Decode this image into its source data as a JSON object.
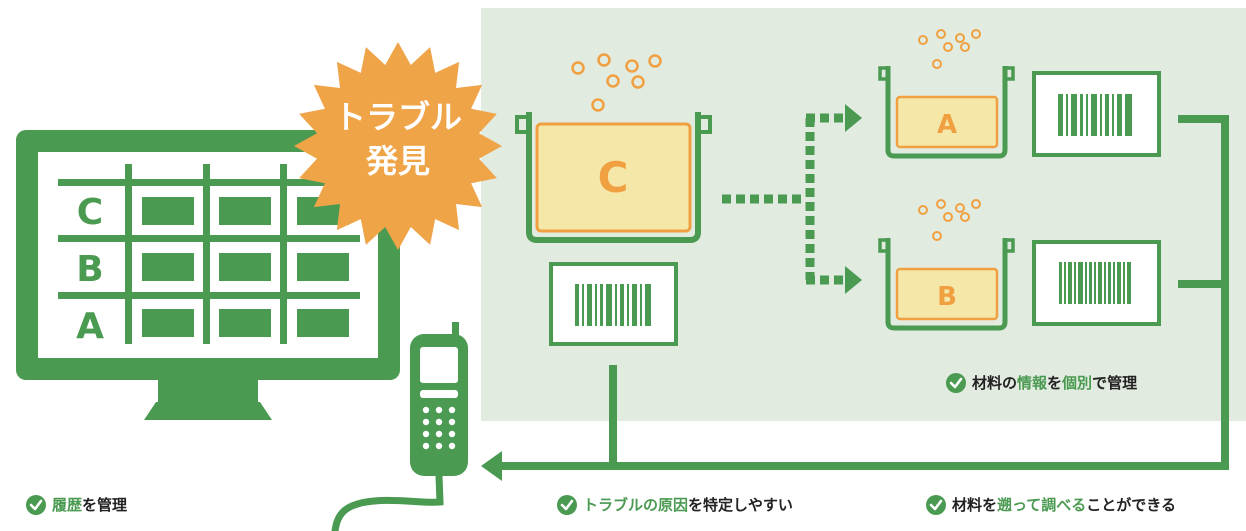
{
  "monitor": {
    "rows": [
      "C",
      "B",
      "A"
    ]
  },
  "pots": {
    "c_label": "C",
    "a_label": "A",
    "b_label": "B"
  },
  "burst": {
    "line1": "トラブル",
    "line2": "発見"
  },
  "captions": {
    "history": [
      "履歴",
      "を管理"
    ],
    "info": [
      "材料の",
      "情報",
      "を",
      "個別",
      "で管理"
    ],
    "cause": [
      "トラブルの原因",
      "を特定しやすい"
    ],
    "trace": [
      "材料を",
      "遡って調べる",
      "ことができる"
    ]
  },
  "colors": {
    "green": "#4a9a52",
    "orange": "#f0a040",
    "panel": "#e2ebe0",
    "pot_fill": "#f5e7a8"
  },
  "icons": [
    "monitor-icon",
    "handheld-scanner-icon",
    "pot-icon",
    "barcode-icon",
    "check-circle-icon"
  ]
}
